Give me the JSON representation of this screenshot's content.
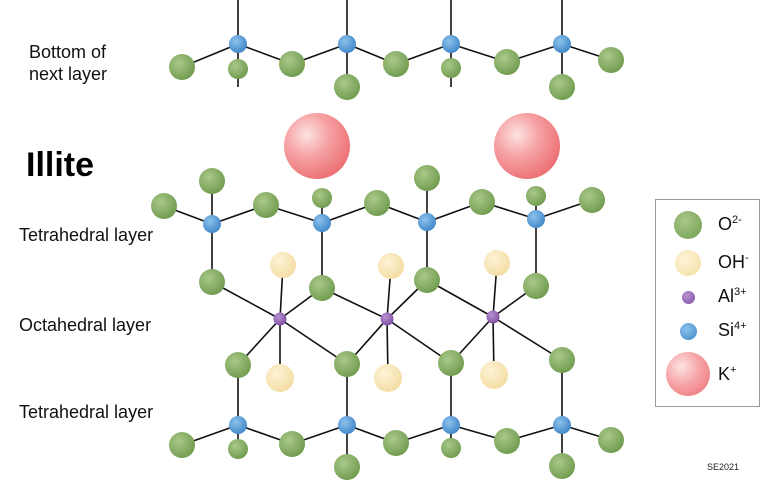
{
  "labels": {
    "bottom_next_line1": "Bottom of",
    "bottom_next_line2": "next layer",
    "title": "Illite",
    "tetrahedral_top": "Tetrahedral layer",
    "octahedral": "Octahedral layer",
    "tetrahedral_bottom": "Tetrahedral layer",
    "credit": "SE2021"
  },
  "legend": [
    {
      "key": "o",
      "base": "O",
      "sup": "2-",
      "color": "#7fa65a"
    },
    {
      "key": "oh",
      "base": "OH",
      "sup": "-",
      "color": "#f6e2b0"
    },
    {
      "key": "al",
      "base": "Al",
      "sup": "3+",
      "color": "#8e5bb0"
    },
    {
      "key": "si",
      "base": "Si",
      "sup": "4+",
      "color": "#4a90d0"
    },
    {
      "key": "k",
      "base": "K",
      "sup": "+",
      "color": "#f07b7e"
    }
  ]
}
